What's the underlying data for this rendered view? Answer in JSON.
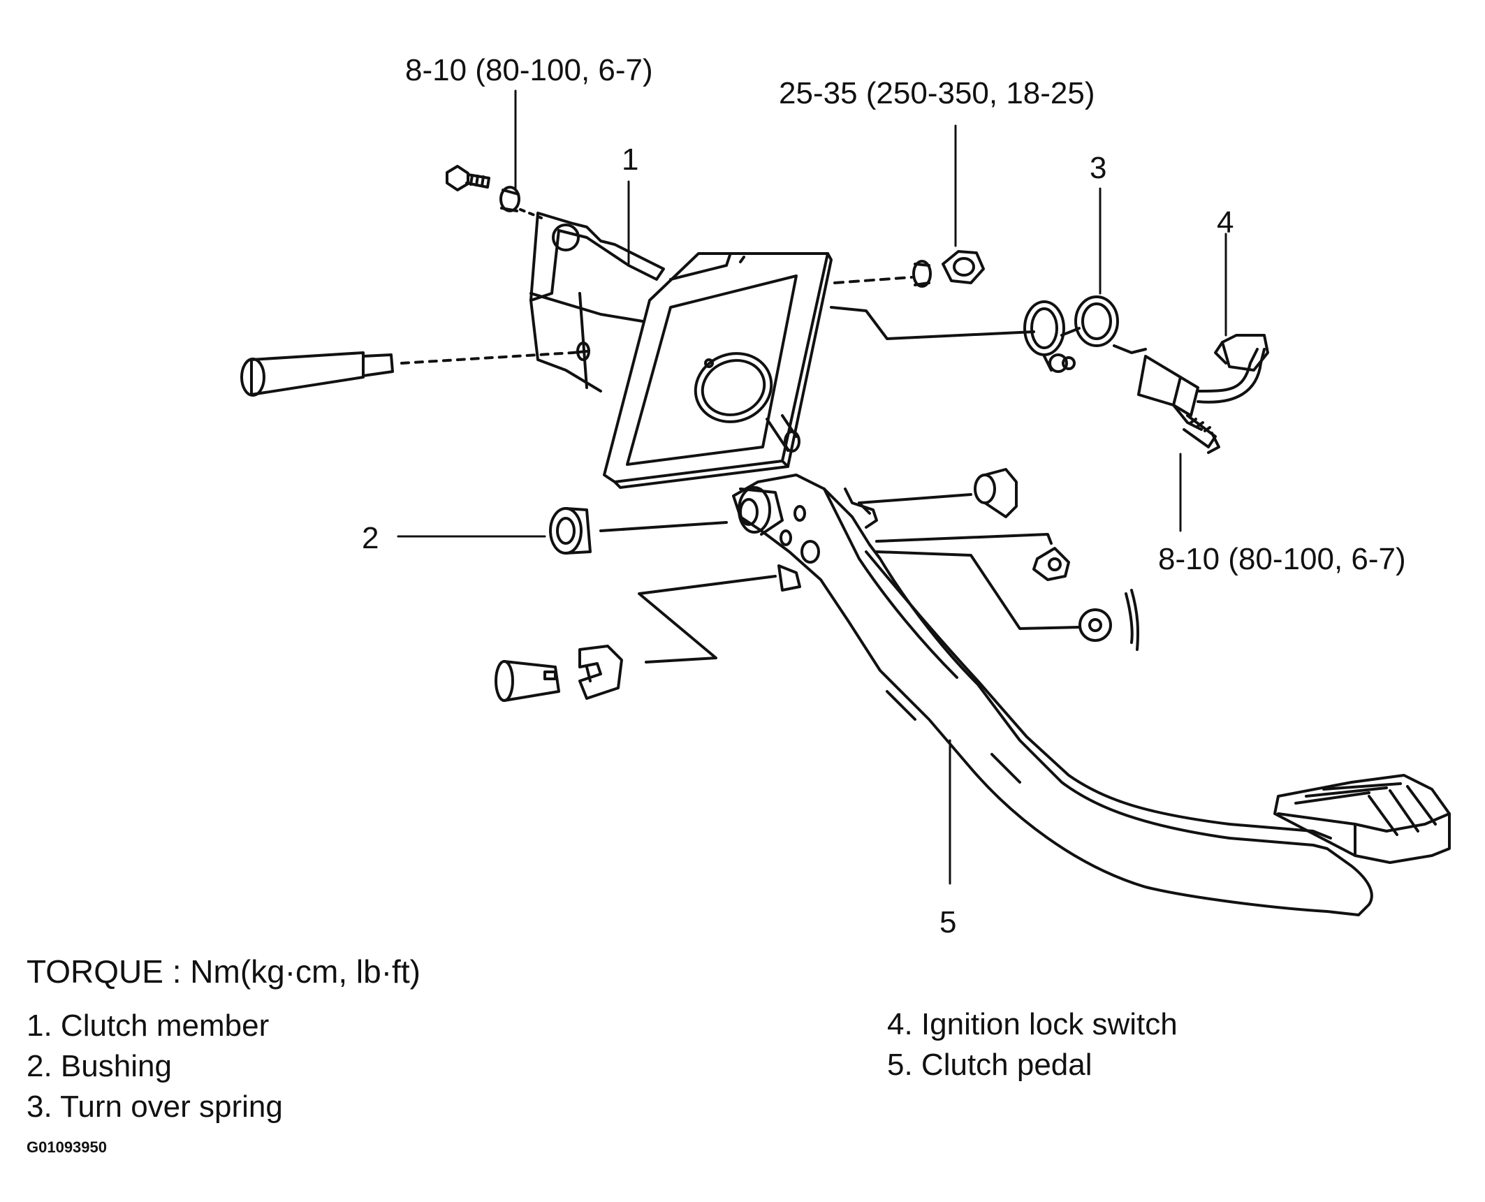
{
  "torque_specs": {
    "top_left": "8-10 (80-100, 6-7)",
    "top_right": "25-35 (250-350, 18-25)",
    "right": "8-10 (80-100, 6-7)"
  },
  "callouts": {
    "c1": "1",
    "c2": "2",
    "c3": "3",
    "c4": "4",
    "c5": "5"
  },
  "torque_title": "TORQUE : Nm(kg·cm, lb·ft)",
  "legend": {
    "item1": "1. Clutch member",
    "item2": "2. Bushing",
    "item3": "3. Turn over spring",
    "item4": "4. Ignition lock switch",
    "item5": "5. Clutch pedal"
  },
  "figure_code": "G01093950"
}
